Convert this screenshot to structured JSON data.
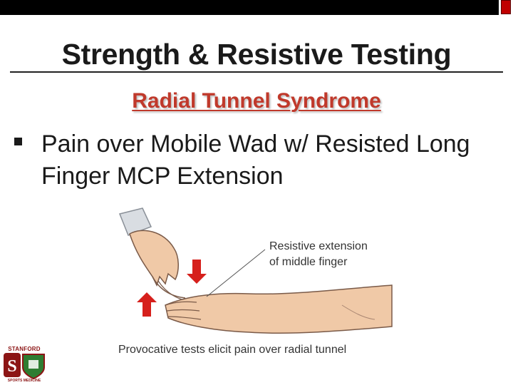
{
  "slide": {
    "title": "Strength & Resistive Testing",
    "subtitle": "Radial Tunnel Syndrome",
    "bullet": "Pain over Mobile Wad w/ Resisted Long Finger MCP Extension"
  },
  "figure": {
    "label": "Resistive extension of middle finger",
    "caption": "Provocative tests elicit pain over radial tunnel"
  },
  "logo": {
    "top_text": "STANFORD",
    "bottom_text": "SPORTS MEDICINE"
  },
  "colors": {
    "accent": "#c00000",
    "subtitle": "#c0392b",
    "arrow": "#d6201c",
    "skin": "#f0c9a7"
  }
}
